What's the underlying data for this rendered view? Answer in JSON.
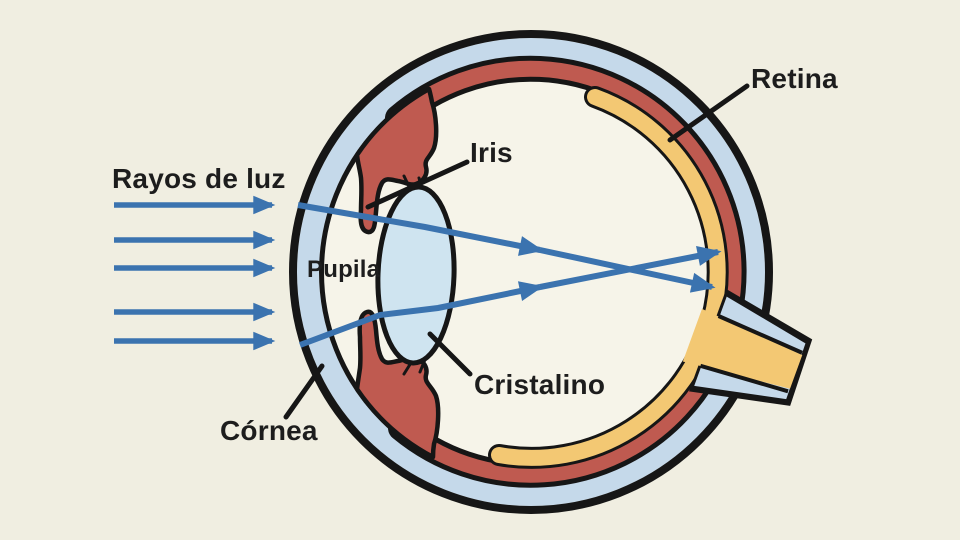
{
  "diagram": {
    "description": "Cross-section of the human eye showing parallel light rays refracted through the cornea and lens, crossing and converging on the retina",
    "language": "es",
    "parallel_ray_count": 5,
    "refracted_ray_count": 2
  },
  "labels": {
    "light_rays": "Rayos de luz",
    "iris": "Iris",
    "retina": "Retina",
    "pupil": "Pupila",
    "lens": "Cristalino",
    "cornea": "Córnea"
  },
  "colors": {
    "background": "#f0eee1",
    "interior": "#f6f4e9",
    "outline": "#161616",
    "sclera": "#c5d9ea",
    "choroid": "#bf5a50",
    "retina": "#f3c873",
    "lens": "#cfe4f0",
    "ray": "#3b73af",
    "text": "#1d1d1d"
  }
}
